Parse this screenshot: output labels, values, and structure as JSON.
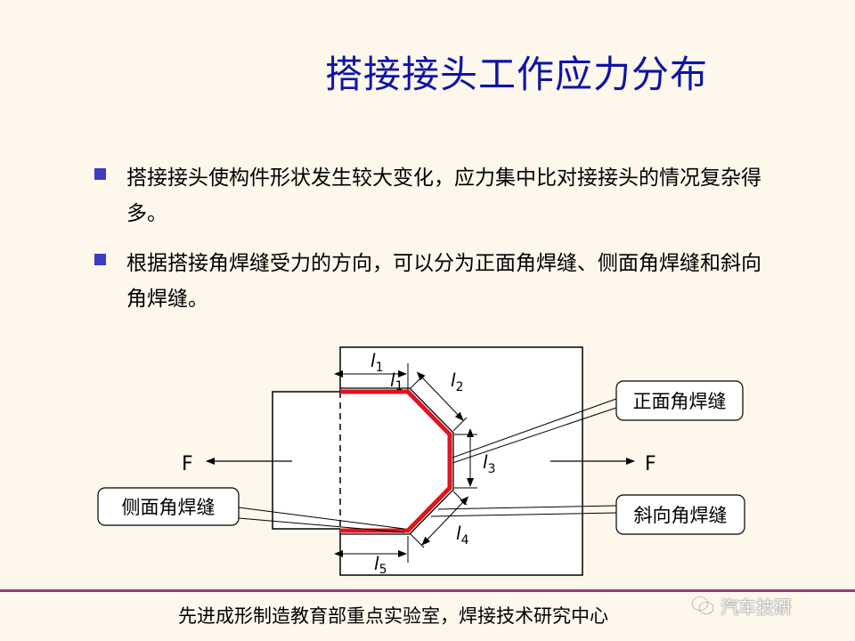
{
  "title": "搭接接头工作应力分布",
  "bullets": [
    "搭接接头使构件形状发生较大变化，应力集中比对接接头的情况复杂得多。",
    "根据搭接角焊缝受力的方向，可以分为正面角焊缝、侧面角焊缝和斜向角焊缝。"
  ],
  "diagram": {
    "force_left": "F",
    "force_right": "F",
    "labels": {
      "l1_top": "l",
      "l1_top_sub": "1",
      "l1_inner": "l",
      "l1_inner_sub": "1",
      "l2": "l",
      "l2_sub": "2",
      "l3": "l",
      "l3_sub": "3",
      "l4": "l",
      "l4_sub": "4",
      "l5": "l",
      "l5_sub": "5"
    },
    "callouts": {
      "front": "正面角焊缝",
      "side": "侧面角焊缝",
      "oblique": "斜向角焊缝"
    },
    "weld_color": "#e0141e"
  },
  "footer": "先进成形制造教育部重点实验室，焊接技术研究中心",
  "watermark": "汽车技研"
}
